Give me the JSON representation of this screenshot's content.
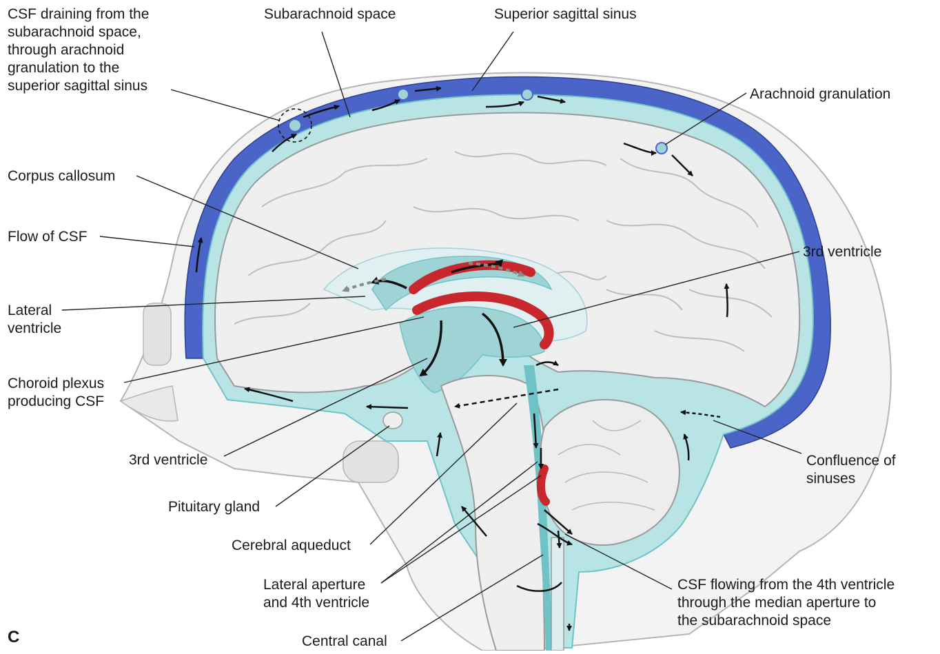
{
  "panel_letter": "C",
  "labels": {
    "csf_draining": "CSF draining from the\nsubarachnoid space,\nthrough arachnoid\ngranulation to the\nsuperior sagittal sinus",
    "subarachnoid_space": "Subarachnoid space",
    "superior_sagittal_sinus": "Superior sagittal sinus",
    "arachnoid_granulation": "Arachnoid granulation",
    "corpus_callosum": "Corpus callosum",
    "flow_of_csf": "Flow of CSF",
    "third_ventricle_right": "3rd ventricle",
    "lateral_ventricle": "Lateral\nventricle",
    "choroid_plexus": "Choroid plexus\nproducing CSF",
    "third_ventricle_left": "3rd ventricle",
    "pituitary_gland": "Pituitary gland",
    "cerebral_aqueduct": "Cerebral aqueduct",
    "lateral_aperture": "Lateral aperture\nand 4th ventricle",
    "central_canal": "Central canal",
    "confluence_of_sinuses": "Confluence of\nsinuses",
    "csf_flowing": "CSF flowing from the 4th ventricle\nthrough the median aperture to\nthe subarachnoid space"
  },
  "colors": {
    "sinus": "#4a64c8",
    "csf": "#b9e4e6",
    "csf_dark": "#6fc3c7",
    "brain": "#eeeeee",
    "skull": "#f4f4f4",
    "choroid": "#c8282d",
    "ventricle": "#9fd3d6"
  }
}
